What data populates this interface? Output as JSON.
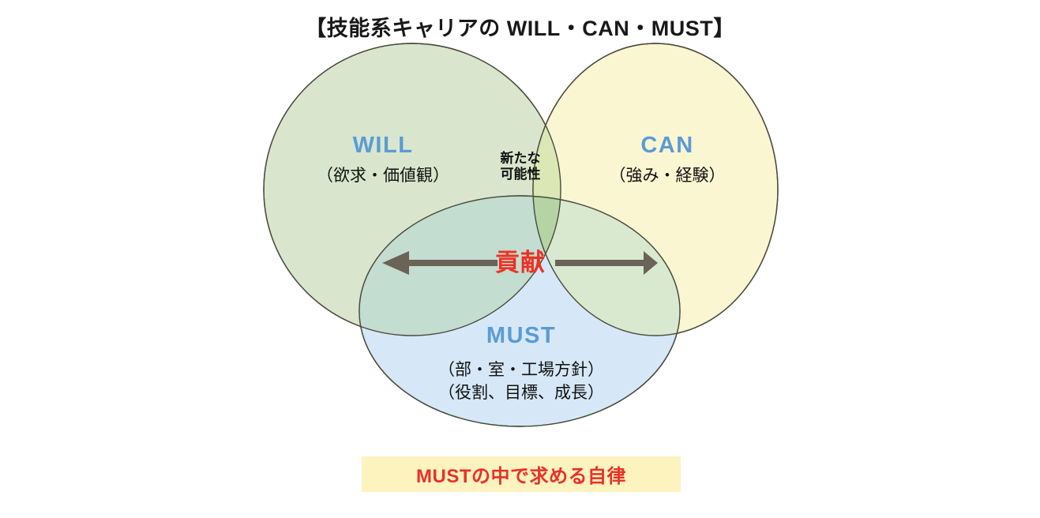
{
  "title": "【技能系キャリアの WILL・CAN・MUST】",
  "diagram": {
    "type": "venn-3-circle",
    "circles": [
      {
        "key": "will",
        "title": "WILL",
        "subtitle": "（欲求・価値観）",
        "fill": "#d9e6cd",
        "stroke": "#4a4a3d"
      },
      {
        "key": "can",
        "title": "CAN",
        "subtitle": "（強み・経験）",
        "fill": "#faf6d2",
        "stroke": "#4a4a3d"
      },
      {
        "key": "must",
        "title": "MUST",
        "subtitle_line1": "（部・室・工場方針）",
        "subtitle_line2": "（役割、目標、成長）",
        "fill": "#d6e8f7",
        "stroke": "#4a4a3d"
      }
    ],
    "overlaps": [
      {
        "key": "will-can",
        "label_line1": "新たな",
        "label_line2": "可能性",
        "fill": "#dbe7b5"
      },
      {
        "key": "will-must",
        "label": "",
        "fill": "#c3ddd0"
      },
      {
        "key": "can-must",
        "label": "",
        "fill": "#d9e9cf"
      },
      {
        "key": "will-can-must",
        "label": "貢献",
        "fill": "#b5d4a4",
        "label_color": "#ee3124"
      }
    ],
    "arrows": {
      "color": "#6b6258",
      "left_direction": "left",
      "right_direction": "right"
    }
  },
  "banner": {
    "text": "MUSTの中で求める自律",
    "background": "#fcf3bf",
    "text_color": "#e8302a"
  },
  "colors": {
    "heading_blue": "#5b9bd5",
    "accent_red": "#ee3124",
    "title_black": "#181818"
  }
}
